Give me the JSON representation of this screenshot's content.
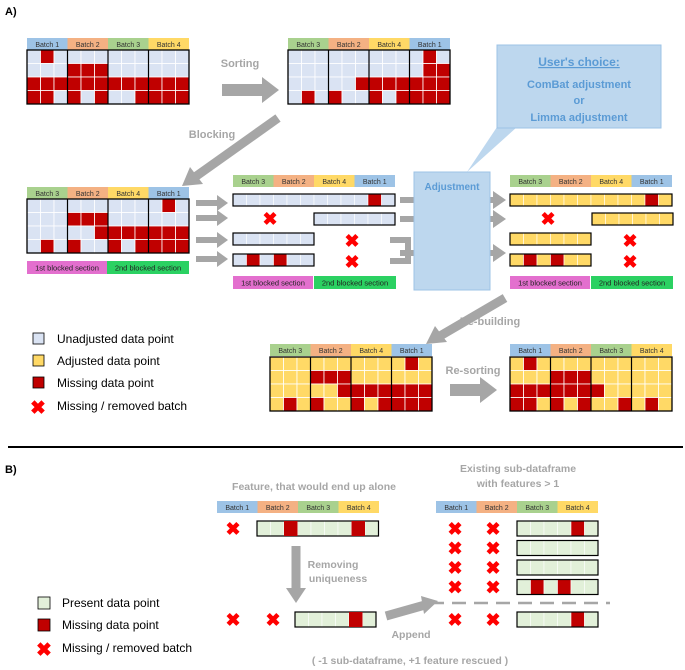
{
  "panel_a": {
    "label": "A)",
    "batch_headers": {
      "original": [
        "Batch 1",
        "Batch 2",
        "Batch 3",
        "Batch 4"
      ],
      "sorted": [
        "Batch 3",
        "Batch 2",
        "Batch 4",
        "Batch 1"
      ],
      "resorted": [
        "Batch 1",
        "Batch 2",
        "Batch 3",
        "Batch 4"
      ]
    },
    "steps": {
      "sorting": "Sorting",
      "blocking": "Blocking",
      "adjustment": "Adjustment",
      "rebuilding": "Re-building",
      "resorting": "Re-sorting"
    },
    "users_choice": {
      "title": "User's choice:",
      "option1": "ComBat adjustment",
      "connector": "or",
      "option2": "Limma adjustment"
    },
    "sections": {
      "first": "1st blocked section",
      "second": "2nd blocked section"
    },
    "legend": [
      {
        "type": "unadjusted",
        "label": "Unadjusted data point"
      },
      {
        "type": "adjusted",
        "label": "Adjusted data point"
      },
      {
        "type": "missing",
        "label": "Missing data point"
      },
      {
        "type": "cross",
        "label": "Missing / removed batch"
      }
    ]
  },
  "panel_b": {
    "label": "B)",
    "alone_feature_title": "Feature, that would end up alone",
    "existing_title_line1": "Existing sub-dataframe",
    "existing_title_line2": "with features > 1",
    "batch_headers": [
      "Batch 1",
      "Batch 2",
      "Batch 3",
      "Batch 4"
    ],
    "removing_line1": "Removing",
    "removing_line2": "uniqueness",
    "append": "Append",
    "footnote": "( -1 sub-dataframe, +1 feature rescued )",
    "legend": [
      {
        "type": "present",
        "label": "Present data point"
      },
      {
        "type": "missing",
        "label": "Missing data point"
      },
      {
        "type": "cross",
        "label": "Missing / removed batch"
      }
    ]
  },
  "colors": {
    "batch1": "#9dc3e6",
    "batch2": "#f4b183",
    "batch3": "#a9d18e",
    "batch4": "#ffd966",
    "unadjusted": "#dae3f3",
    "adjusted": "#ffd966",
    "missing": "#c00000",
    "present": "#e2f0d9",
    "cross": "#ff0000",
    "arrow": "#a6a6a6",
    "callout": "#bdd7ee",
    "section1": "#e36fce",
    "section2": "#2bd162"
  }
}
